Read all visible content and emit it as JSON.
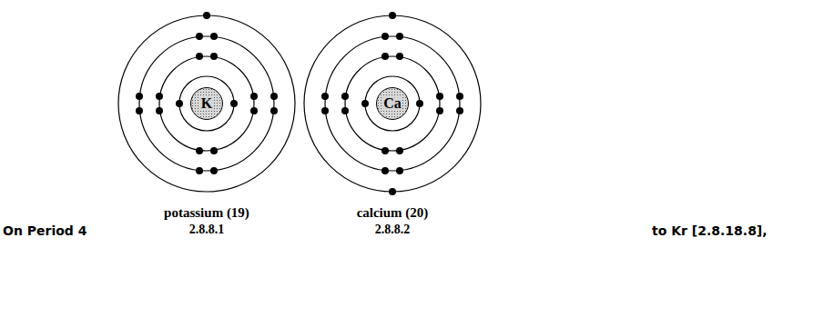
{
  "diagram": {
    "nodes": [
      {
        "text": [
          "K"
        ]
      },
      {
        "text": [
          "Ca"
        ]
      }
    ],
    "labels": [
      "potassium (19)",
      "2.8.8.1",
      "calcium (20)",
      "2.8.8.2",
      "On Period 4",
      "to Kr [2.8.18.8],"
    ]
  }
}
